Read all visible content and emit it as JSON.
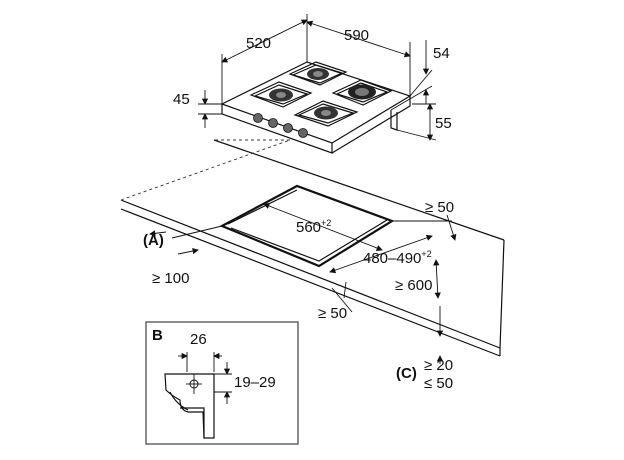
{
  "hob": {
    "width_dim": "590",
    "depth_dim": "520",
    "height_dim": "45",
    "pipe_offset_dim": "54",
    "pipe_drop_dim": "55"
  },
  "cutout": {
    "depth_dim": "560",
    "depth_tol": "+2",
    "width_dim": "480–490",
    "width_tol": "+2",
    "back_clear_dim": "≥ 50",
    "front_clear_dim": "≥ 50",
    "side_clear_dim": "≥ 600",
    "label_a": "(A)",
    "a_dim": "≥ 100",
    "label_c": "(C)",
    "c_dim_min": "≥ 20",
    "c_dim_max": "≤ 50"
  },
  "detail_b": {
    "label": "B",
    "width_dim": "26",
    "height_dim": "19–29"
  }
}
